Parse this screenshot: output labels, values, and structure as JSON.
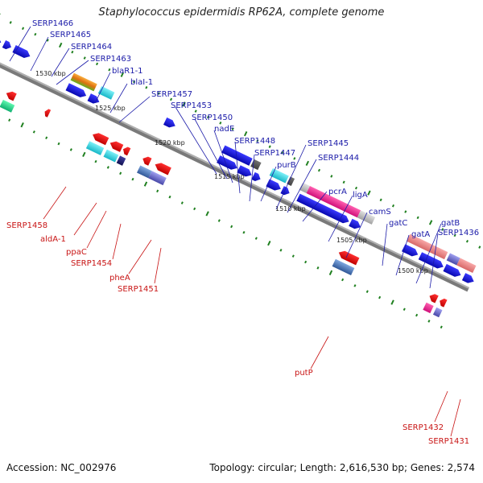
{
  "title": "Staphylococcus epidermidis RP62A, complete genome",
  "accession": "Accession: NC_002976",
  "topology": "Topology: circular; Length: 2,616,530 bp; Genes: 2,574",
  "scale_labels": [
    "1530 kbp",
    "1525 kbp",
    "1520 kbp",
    "1515 kbp",
    "1510 kbp",
    "1505 kbp",
    "1500 kbp"
  ],
  "top_labels": [
    "SERP1466",
    "SERP1465",
    "SERP1464",
    "SERP1463",
    "blaR1-1",
    "blaI-1",
    "SERP1457",
    "SERP1453",
    "SERP1450",
    "nadE",
    "SERP1448",
    "SERP1447",
    "purB",
    "SERP1445",
    "SERP1444",
    "pcrA",
    "ligA",
    "camS",
    "gatC",
    "gatA",
    "gatB",
    "SERP1436"
  ],
  "bottom_labels": [
    "SERP1458",
    "aldA-1",
    "ppaC",
    "SERP1454",
    "pheA",
    "SERP1451",
    "putP",
    "SERP1432",
    "SERP1431"
  ],
  "colors": {
    "gene_blue": "#1010e0",
    "gene_cyan": "#30d8e8",
    "gene_pink": "#f0208c",
    "gene_salmon": "#f08080",
    "gene_red": "#e01010",
    "gene_green": "#20e090",
    "gene_orange": "#f08c20",
    "gene_steel": "#4a78c0",
    "gene_grey": "#909090",
    "gene_purple": "#6868c8",
    "backbone": "#808080",
    "label_top": "#1a1aa8",
    "label_bottom": "#c81414",
    "tick_green": "#208020"
  }
}
